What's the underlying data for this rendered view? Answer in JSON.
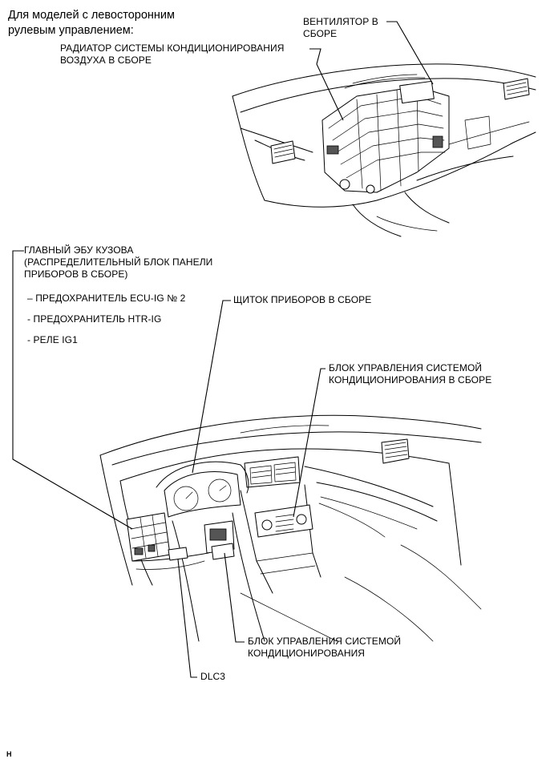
{
  "heading": {
    "line1": "Для моделей с левосторонним",
    "line2": "рулевым управлением:"
  },
  "top_view": {
    "fan_line1": "ВЕНТИЛЯТОР В",
    "fan_line2": "СБОРЕ",
    "radiator_line1": "РАДИАТОР СИСТЕМЫ КОНДИЦИОНИРОВАНИЯ",
    "radiator_line2": "ВОЗДУХА В СБОРЕ"
  },
  "bottom_view": {
    "body_ecu_line1": "ГЛАВНЫЙ ЭБУ КУЗОВА",
    "body_ecu_line2": "(РАСПРЕДЕЛИТЕЛЬНЫЙ БЛОК ПАНЕЛИ",
    "body_ecu_line3": "ПРИБОРОВ В СБОРЕ)",
    "sub_items": [
      "– ПРЕДОХРАНИТЕЛЬ ECU-IG № 2",
      "- ПРЕДОХРАНИТЕЛЬ HTR-IG",
      "- РЕЛЕ IG1"
    ],
    "combination_meter": "ЩИТОК ПРИБОРОВ В СБОРЕ",
    "ac_control_assy_line1": "БЛОК УПРАВЛЕНИЯ СИСТЕМОЙ",
    "ac_control_assy_line2": "КОНДИЦИОНИРОВАНИЯ В СБОРЕ",
    "ac_amplifier_line1": "БЛОК УПРАВЛЕНИЯ СИСТЕМОЙ",
    "ac_amplifier_line2": "КОНДИЦИОНИРОВАНИЯ",
    "dlc3": "DLC3"
  },
  "corner_code": "H"
}
